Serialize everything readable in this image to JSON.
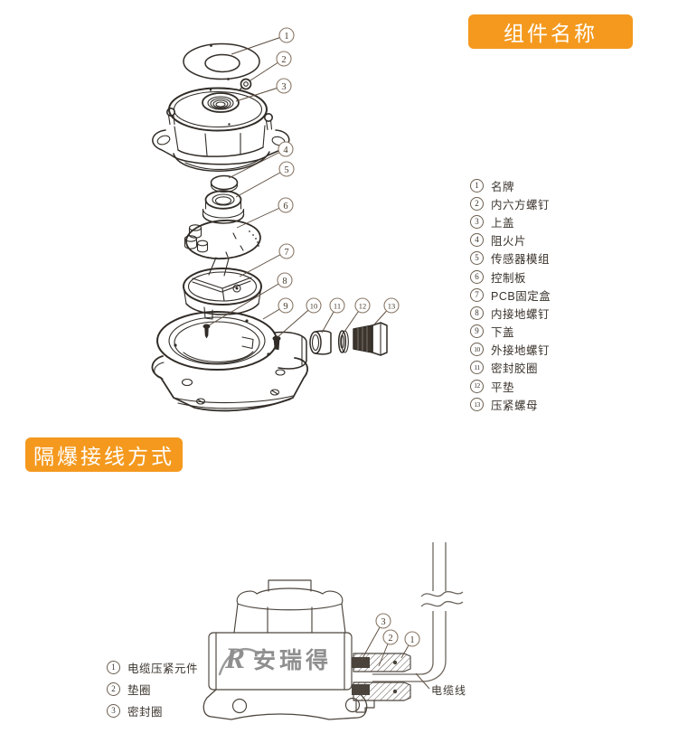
{
  "accent_color": "#F4991E",
  "components_section": {
    "banner": "组件名称",
    "parts": [
      {
        "num": "1",
        "label": "名牌"
      },
      {
        "num": "2",
        "label": "内六方螺钉"
      },
      {
        "num": "3",
        "label": "上盖"
      },
      {
        "num": "4",
        "label": "阻火片"
      },
      {
        "num": "5",
        "label": "传感器模组"
      },
      {
        "num": "6",
        "label": "控制板"
      },
      {
        "num": "7",
        "label": "PCB固定盒"
      },
      {
        "num": "8",
        "label": "内接地螺钉"
      },
      {
        "num": "9",
        "label": "下盖"
      },
      {
        "num": "10",
        "label": "外接地螺钉"
      },
      {
        "num": "11",
        "label": "密封胶圈"
      },
      {
        "num": "12",
        "label": "平垫"
      },
      {
        "num": "13",
        "label": "压紧螺母"
      }
    ]
  },
  "wiring_section": {
    "banner": "隔爆接线方式",
    "labels": [
      {
        "num": "1",
        "label": "电缆压紧元件"
      },
      {
        "num": "2",
        "label": "垫圈"
      },
      {
        "num": "3",
        "label": "密封圈"
      }
    ],
    "cable_label": "电缆线",
    "brand_logo": "R",
    "brand_name": "安瑞得"
  }
}
